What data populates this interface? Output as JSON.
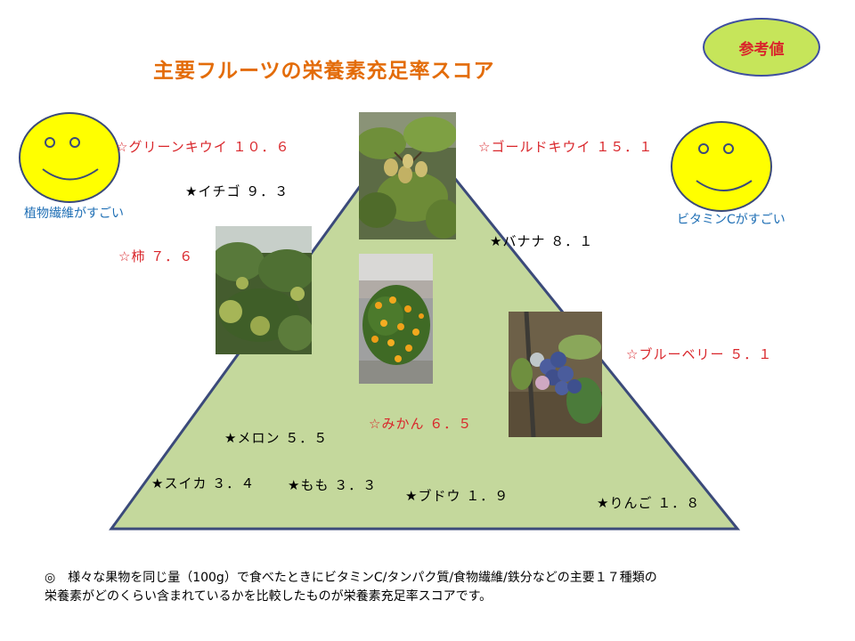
{
  "title": "主要フルーツの栄養素充足率スコア",
  "badge": "参考値",
  "left_caption": "植物繊維がすごい",
  "right_caption": "ビタミンCがすごい",
  "fruits": {
    "green_kiwi": "☆グリーンキウイ １０．６",
    "strawberry": "★イチゴ ９．３",
    "persimmon": "☆柿 ７．６",
    "gold_kiwi": "☆ゴールドキウイ １５．１",
    "banana": "★バナナ ８．１",
    "blueberry": "☆ブルーベリー ５．１",
    "mikan": "☆みかん ６．５",
    "melon": "★メロン ５．５",
    "watermelon": "★スイカ ３．４",
    "peach": "★もも ３．３",
    "grape": "★ブドウ １．９",
    "apple": "★りんご １．８"
  },
  "footer": {
    "line1": "◎　様々な果物を同じ量（100g）で食べたときにビタミンC/タンパク質/食物繊維/鉄分などの主要１７種類の",
    "line2": "栄養素がどのくらい含まれているかを比較したものが栄養素充足率スコアです。"
  },
  "colors": {
    "title": "#e36c09",
    "highlight_text": "#d9262b",
    "normal_text": "#000000",
    "caption_text": "#1f6fb5",
    "triangle_fill": "#c4d89c",
    "triangle_stroke": "#3b4a7a",
    "face_fill": "#ffff00",
    "badge_fill": "#c6e55a"
  }
}
